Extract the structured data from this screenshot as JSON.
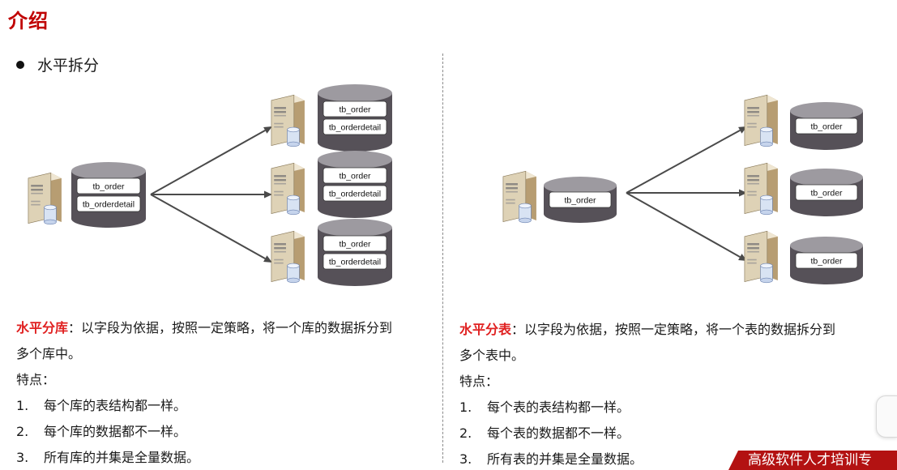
{
  "page": {
    "title": "介绍",
    "bullet": "水平拆分"
  },
  "left": {
    "source_tables": [
      "tb_order",
      "tb_orderdetail"
    ],
    "targets": [
      {
        "tables": [
          "tb_order",
          "tb_orderdetail"
        ]
      },
      {
        "tables": [
          "tb_order",
          "tb_orderdetail"
        ]
      },
      {
        "tables": [
          "tb_order",
          "tb_orderdetail"
        ]
      }
    ],
    "highlight": "水平分库",
    "desc": "：以字段为依据，按照一定策略，将一个库的数据拆分到多个库中。",
    "features_label": "特点：",
    "features": [
      {
        "num": "1.",
        "text": "每个库的表结构都一样。"
      },
      {
        "num": "2.",
        "text": "每个库的数据都不一样。"
      },
      {
        "num": "3.",
        "text": "所有库的并集是全量数据。"
      }
    ]
  },
  "right": {
    "source_tables": [
      "tb_order"
    ],
    "targets": [
      {
        "tables": [
          "tb_order"
        ]
      },
      {
        "tables": [
          "tb_order"
        ]
      },
      {
        "tables": [
          "tb_order"
        ]
      }
    ],
    "highlight": "水平分表",
    "desc": "：以字段为依据，按照一定策略，将一个表的数据拆分到多个表中。",
    "features_label": "特点：",
    "features": [
      {
        "num": "1.",
        "text": "每个表的表结构都一样。"
      },
      {
        "num": "2.",
        "text": "每个表的数据都不一样。"
      },
      {
        "num": "3.",
        "text": "所有表的并集是全量数据。"
      }
    ]
  },
  "footer": {
    "banner": "高级软件人才培训专"
  },
  "colors": {
    "title": "#c00000",
    "highlight": "#e02020",
    "banner": "#b31212",
    "db_top": "#9d9aa0",
    "db_body": "#565158"
  }
}
